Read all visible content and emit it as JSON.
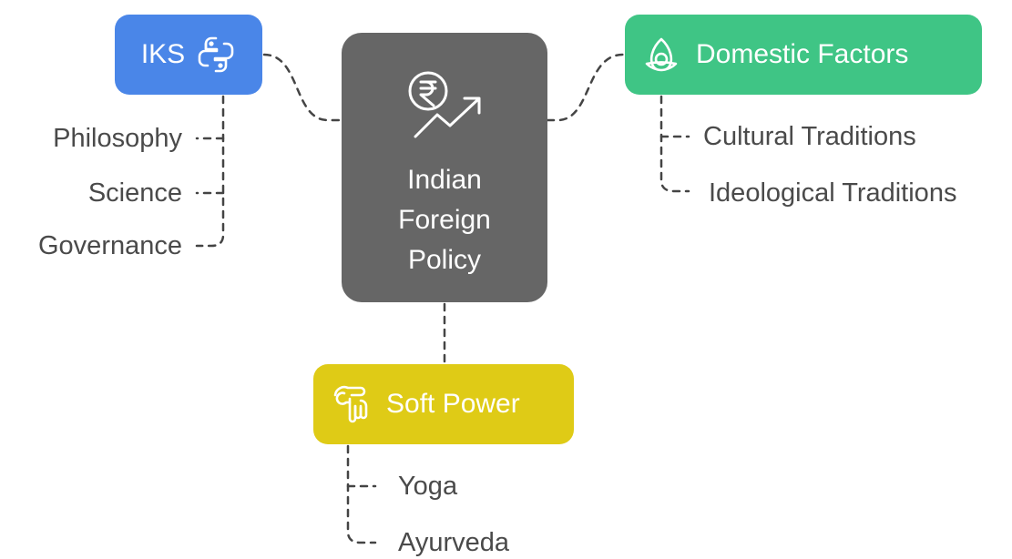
{
  "center": {
    "title_lines": [
      "Indian",
      "Foreign",
      "Policy"
    ],
    "icon": "rupee-growth-icon",
    "color": "#666666"
  },
  "branches": {
    "iks": {
      "label": "IKS",
      "icon": "python-icon",
      "color": "#4a86e8",
      "items": [
        "Philosophy",
        "Science",
        "Governance"
      ]
    },
    "domestic": {
      "label": "Domestic Factors",
      "icon": "triquetra-icon",
      "color": "#3fc585",
      "items": [
        "Cultural Traditions",
        "Ideological Traditions"
      ]
    },
    "soft_power": {
      "label": "Soft Power",
      "icon": "hand-pointing-icon",
      "color": "#dfcb16",
      "items": [
        "Yoga",
        "Ayurveda"
      ]
    }
  },
  "connector_color": "#444444"
}
